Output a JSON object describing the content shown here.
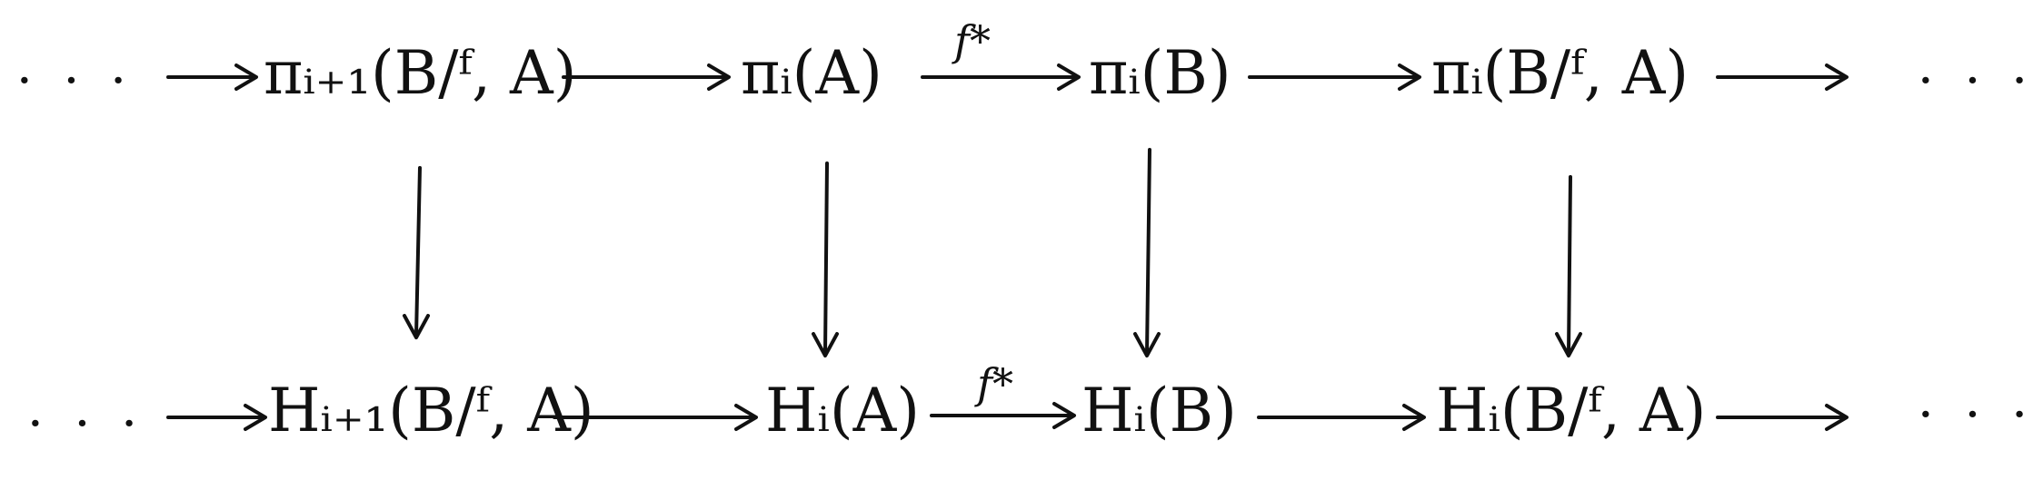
{
  "diagram": {
    "top_row": {
      "left_dots": "· · ·",
      "node1": "πᵢ₊₁(B/ᶠ, A)",
      "node2": "πᵢ(A)",
      "node3": "πᵢ(B)",
      "node4": "πᵢ(B/ᶠ, A)",
      "right_dots": "· · ·",
      "map_label": "f*"
    },
    "bottom_row": {
      "left_dots": "· · ·",
      "node1": "Hᵢ₊₁(B/ᶠ, A)",
      "node2": "Hᵢ(A)",
      "node3": "Hᵢ(B)",
      "node4": "Hᵢ(B/ᶠ, A)",
      "right_dots": "· · ·",
      "map_label": "f*"
    }
  }
}
